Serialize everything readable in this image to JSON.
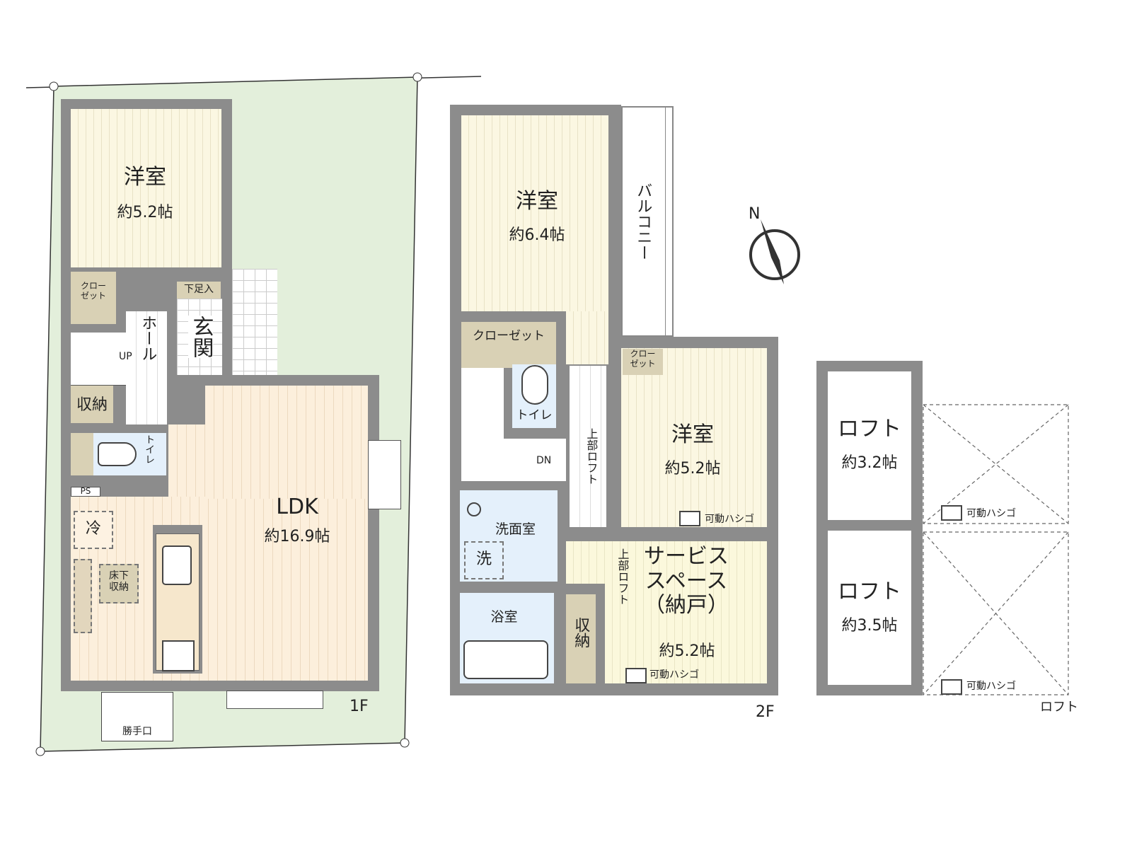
{
  "floor1": {
    "label": "1F",
    "bedroom": {
      "name": "洋室",
      "size": "約5.2帖"
    },
    "closet": "クロー\nゼット",
    "hall": "ホール",
    "shoe_storage": "下足入",
    "entrance": "玄関",
    "stairs_up": "UP",
    "storage": "収納",
    "toilet": "トイレ",
    "ps": "PS",
    "fridge": "冷",
    "underfloor_storage": "床下\n収納",
    "ldk": {
      "name": "LDK",
      "size": "約16.9帖"
    },
    "back_door": "勝手口"
  },
  "floor2": {
    "label": "2F",
    "bedroom1": {
      "name": "洋室",
      "size": "約6.4帖"
    },
    "balcony": "バルコニー",
    "closet1": "クローゼット",
    "closet2": "クロー\nゼット",
    "toilet": "トイレ",
    "stairs_down": "DN",
    "upper_loft1": "上部ロフト",
    "bedroom2": {
      "name": "洋室",
      "size": "約5.2帖"
    },
    "ladder1": "可動ハシゴ",
    "washroom": "洗面室",
    "washer": "洗",
    "bathroom": "浴室",
    "storage": "収納",
    "upper_loft2": "上部ロフト",
    "service_space": {
      "name": "サービス\nスペース\n（納戸）",
      "size": "約5.2帖"
    },
    "ladder2": "可動ハシゴ"
  },
  "loft": {
    "label": "ロフト",
    "loft1": {
      "name": "ロフト",
      "size": "約3.2帖"
    },
    "loft2": {
      "name": "ロフト",
      "size": "約3.5帖"
    },
    "ladder1": "可動ハシゴ",
    "ladder2": "可動ハシゴ"
  },
  "compass": {
    "north": "N"
  }
}
